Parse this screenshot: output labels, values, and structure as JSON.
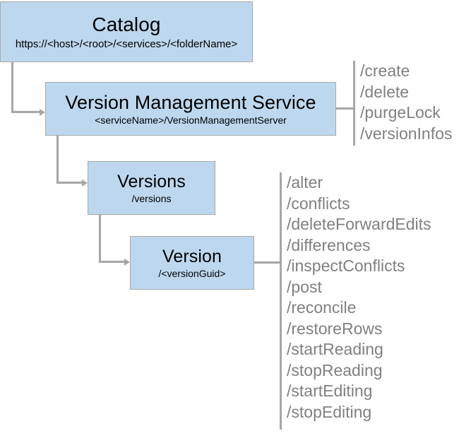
{
  "diagram": {
    "type": "hierarchy-tree",
    "title": "Version Management Service REST endpoint hierarchy",
    "colors": {
      "node_fill": "#bdd7ee",
      "node_border": "#a9a9a9",
      "node_text": "#000000",
      "connector": "#a6a6a6",
      "operation_text": "#808080",
      "background": "#ffffff"
    },
    "nodes": [
      {
        "id": "catalog",
        "title": "Catalog",
        "subtitle": "https://<host>/<root>/<services>/<folderName>",
        "operations": []
      },
      {
        "id": "version-management-service",
        "title": "Version Management Service",
        "subtitle": "<serviceName>/VersionManagementServer",
        "operations": [
          "/create",
          "/delete",
          "/purgeLock",
          "/versionInfos"
        ]
      },
      {
        "id": "versions",
        "title": "Versions",
        "subtitle": "/versions",
        "operations": []
      },
      {
        "id": "version",
        "title": "Version",
        "subtitle": "/<versionGuid>",
        "operations": [
          "/alter",
          "/conflicts",
          "/deleteForwardEdits",
          "/differences",
          "/inspectConflicts",
          "/post",
          "/reconcile",
          "/restoreRows",
          "/startReading",
          "/stopReading",
          "/startEditing",
          "/stopEditing"
        ]
      }
    ],
    "edges": [
      {
        "from": "catalog",
        "to": "version-management-service"
      },
      {
        "from": "version-management-service",
        "to": "versions"
      },
      {
        "from": "versions",
        "to": "version"
      }
    ]
  }
}
